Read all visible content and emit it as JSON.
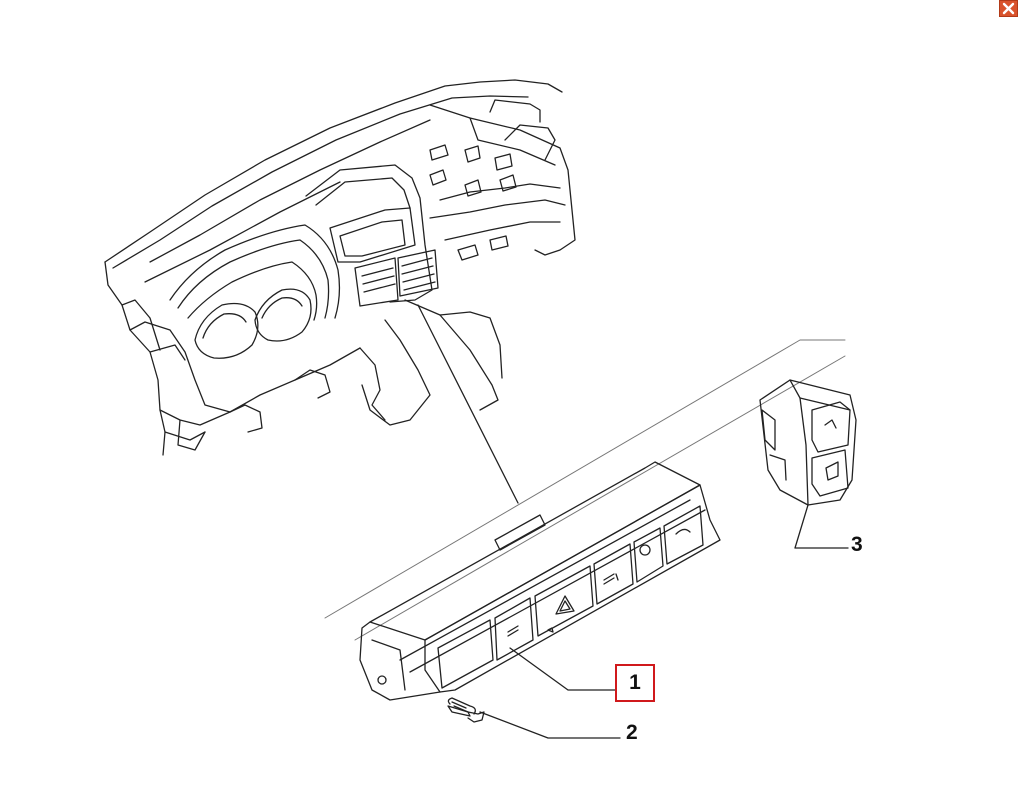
{
  "window": {
    "close_icon": "close-x-icon",
    "accent": "#d9532c"
  },
  "diagram": {
    "callouts": [
      {
        "id": "1",
        "label": "1",
        "selected": true,
        "highlight_color": "#d0191c"
      },
      {
        "id": "2",
        "label": "2",
        "selected": false
      },
      {
        "id": "3",
        "label": "3",
        "selected": false
      }
    ],
    "parts": [
      {
        "callout": "1",
        "icon": "center-switch-panel-icon"
      },
      {
        "callout": "2",
        "icon": "screw-icon"
      },
      {
        "callout": "3",
        "icon": "switch-module-icon"
      },
      {
        "icon": "dashboard-assembly-icon"
      }
    ]
  }
}
